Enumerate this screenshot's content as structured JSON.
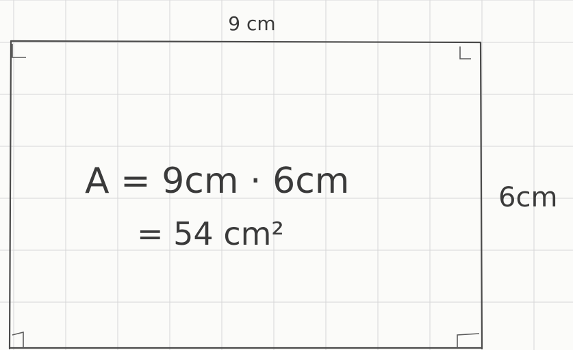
{
  "figure": {
    "top_label": "9 cm",
    "right_label": "6cm",
    "formula_line1": "A = 9cm · 6cm",
    "formula_line2": "= 54 cm²"
  },
  "colors": {
    "paper": "#fbfbf9",
    "grid": "#d6d6d6",
    "pencil": "#4a4a4a"
  }
}
